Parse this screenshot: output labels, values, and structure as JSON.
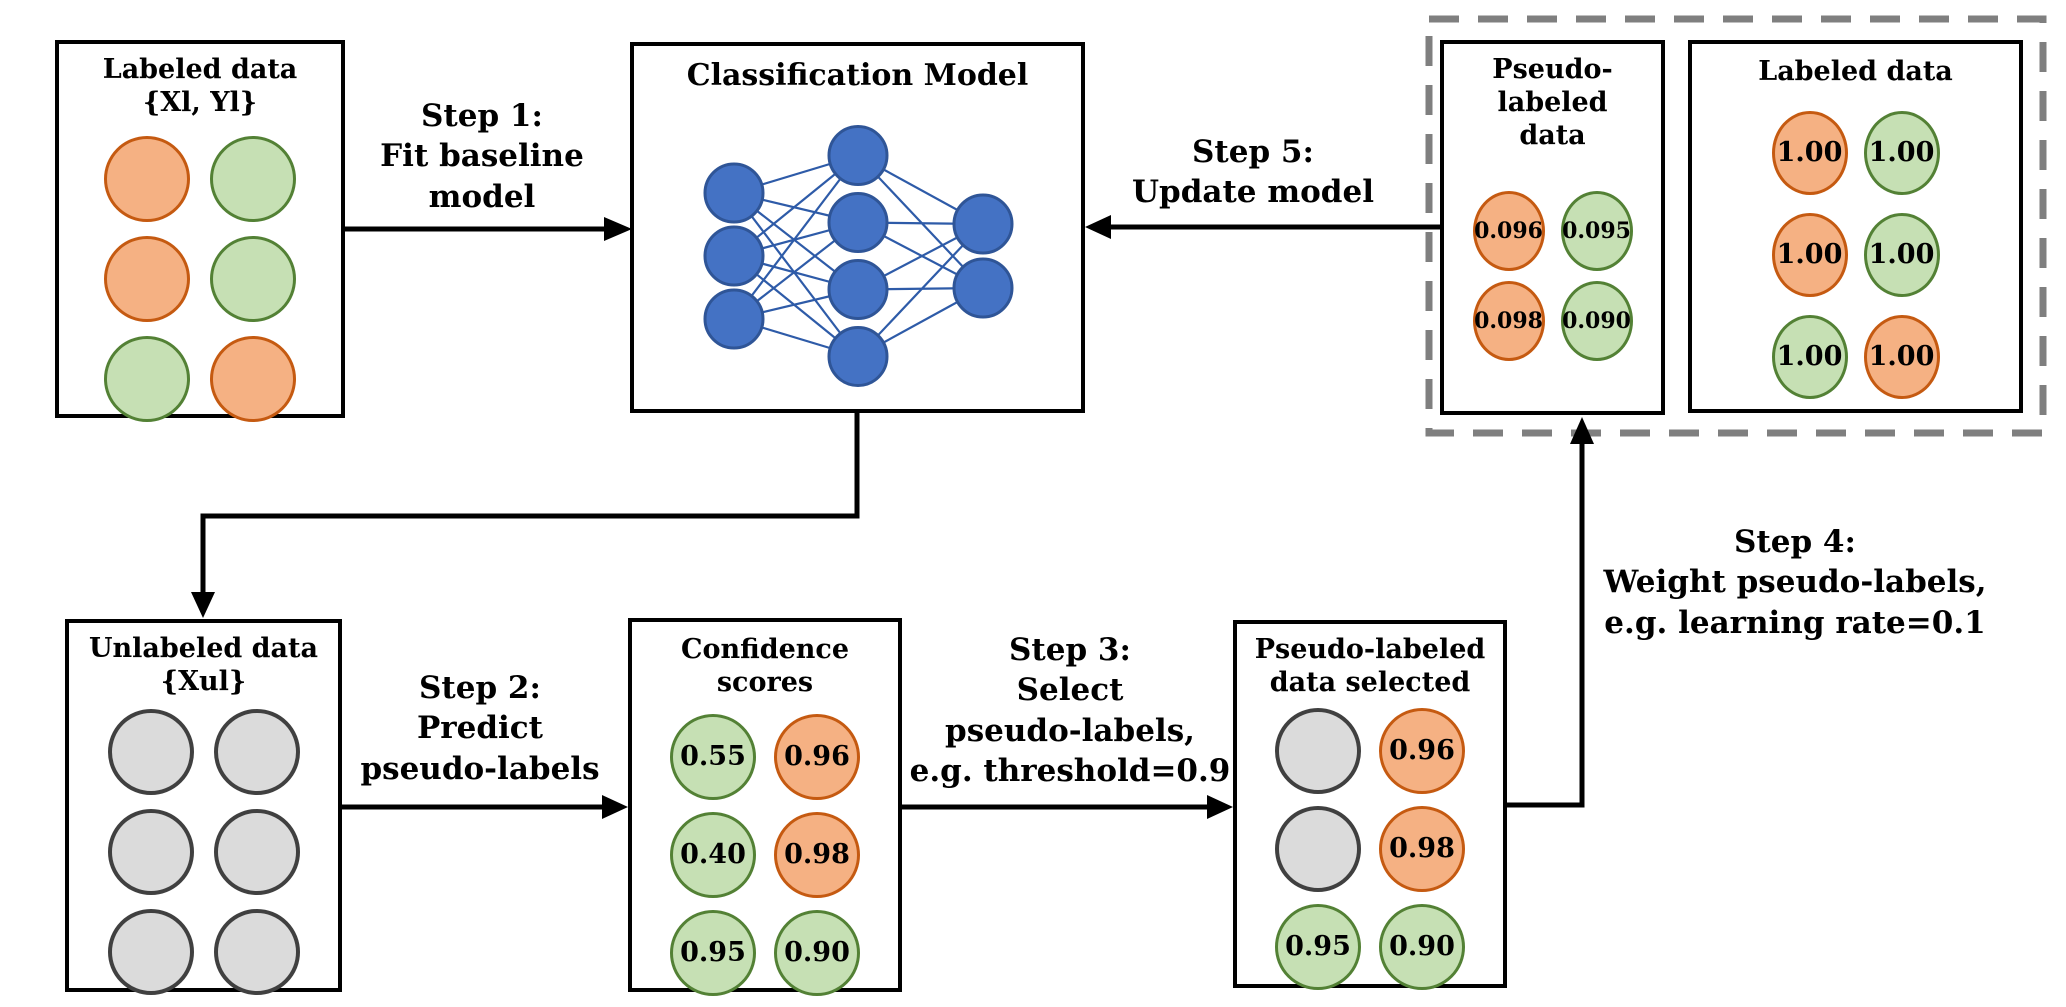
{
  "boxes": {
    "labeled_data": {
      "title_line1": "Labeled data",
      "title_line2": "{Xl, Yl}",
      "circles": [
        {
          "color": "orange",
          "label": ""
        },
        {
          "color": "green",
          "label": ""
        },
        {
          "color": "orange",
          "label": ""
        },
        {
          "color": "green",
          "label": ""
        },
        {
          "color": "green",
          "label": ""
        },
        {
          "color": "orange",
          "label": ""
        }
      ]
    },
    "classification": {
      "title": "Classification Model"
    },
    "unlabeled": {
      "title_line1": "Unlabeled data",
      "title_line2": "{Xul}",
      "circles": [
        {
          "color": "gray",
          "label": ""
        },
        {
          "color": "gray",
          "label": ""
        },
        {
          "color": "gray",
          "label": ""
        },
        {
          "color": "gray",
          "label": ""
        },
        {
          "color": "gray",
          "label": ""
        },
        {
          "color": "gray",
          "label": ""
        }
      ]
    },
    "confidence": {
      "title": "Confidence scores",
      "circles": [
        {
          "color": "green",
          "label": "0.55"
        },
        {
          "color": "orange",
          "label": "0.96"
        },
        {
          "color": "green",
          "label": "0.40"
        },
        {
          "color": "orange",
          "label": "0.98"
        },
        {
          "color": "green",
          "label": "0.95"
        },
        {
          "color": "green",
          "label": "0.90"
        }
      ]
    },
    "selected": {
      "title_line1": "Pseudo-labeled",
      "title_line2": "data selected",
      "circles": [
        {
          "color": "gray",
          "label": ""
        },
        {
          "color": "orange",
          "label": "0.96"
        },
        {
          "color": "gray",
          "label": ""
        },
        {
          "color": "orange",
          "label": "0.98"
        },
        {
          "color": "green",
          "label": "0.95"
        },
        {
          "color": "green",
          "label": "0.90"
        }
      ]
    },
    "pseudo_labeled": {
      "title_line1": "Pseudo-labeled",
      "title_line2": "data",
      "circles": [
        {
          "color": "orange",
          "label": "0.096"
        },
        {
          "color": "green",
          "label": "0.095"
        },
        {
          "color": "orange",
          "label": "0.098"
        },
        {
          "color": "green",
          "label": "0.090"
        }
      ]
    },
    "labeled_data_2": {
      "title": "Labeled data",
      "circles": [
        {
          "color": "orange",
          "label": "1.00"
        },
        {
          "color": "green",
          "label": "1.00"
        },
        {
          "color": "orange",
          "label": "1.00"
        },
        {
          "color": "green",
          "label": "1.00"
        },
        {
          "color": "green",
          "label": "1.00"
        },
        {
          "color": "orange",
          "label": "1.00"
        }
      ]
    }
  },
  "steps": {
    "step1": [
      "Step 1:",
      "Fit baseline",
      "model"
    ],
    "step2": [
      "Step 2:",
      "Predict",
      "pseudo-labels"
    ],
    "step3": [
      "Step 3:",
      "Select",
      "pseudo-labels,",
      "e.g. threshold=0.9"
    ],
    "step4": [
      "Step 4:",
      "Weight pseudo-labels,",
      "e.g. learning rate=0.1"
    ],
    "step5": [
      "Step 5:",
      "Update model"
    ]
  },
  "network": {
    "layers": [
      3,
      4,
      2
    ]
  },
  "colors": {
    "orange_fill": "#F5B183",
    "orange_border": "#C55A11",
    "green_fill": "#C6E0B4",
    "green_border": "#538135",
    "gray_fill": "#DBDBDB",
    "gray_border": "#404040",
    "node_fill": "#4472C4",
    "node_border": "#2F5597",
    "edge": "#2E5BA8",
    "dash_border": "#7F7F7F",
    "line": "#000000"
  }
}
